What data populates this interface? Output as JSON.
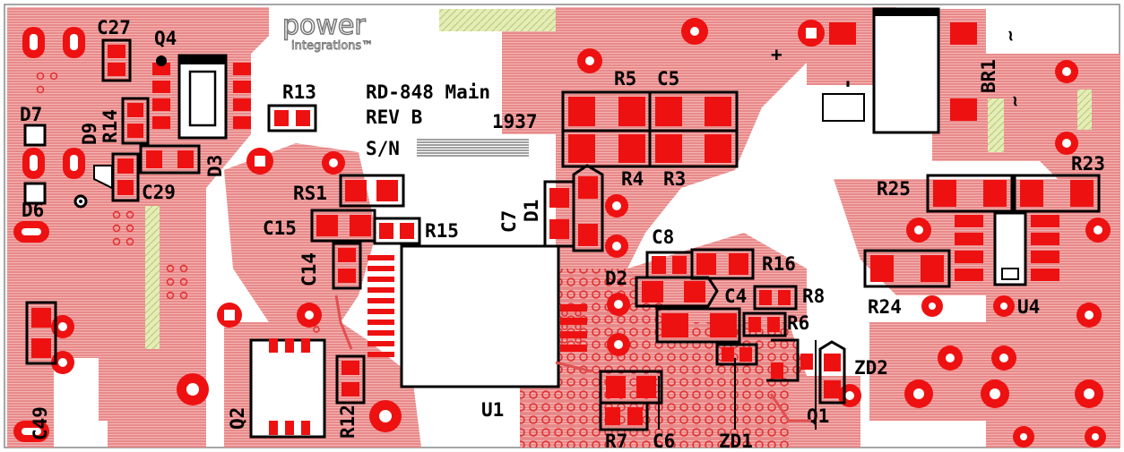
{
  "board": {
    "title": "RD-848 Main",
    "revision": "REV B",
    "serial_label": "S/N",
    "date_code": "1937",
    "logo_word": "power",
    "logo_sub": "integrations™",
    "colors": {
      "background": "#ffffff",
      "copper": "#f0a0a0",
      "copper_hatch": "#e88a8a",
      "pad": "#ee1111",
      "silkscreen": "#000000",
      "via_ring": "#e83030",
      "keepout_hatch": "#c8d890"
    }
  },
  "labels": {
    "c27": "C27",
    "q4": "Q4",
    "r13": "R13",
    "d7": "D7",
    "d9": "D9",
    "r14": "R14",
    "d3": "D3",
    "c29": "C29",
    "d6": "D6",
    "rs1": "RS1",
    "c15": "C15",
    "r15": "R15",
    "c14": "C14",
    "c49": "C49",
    "q2": "Q2",
    "r12": "R12",
    "u1": "U1",
    "c7": "C7",
    "d1": "D1",
    "r5": "R5",
    "c5": "C5",
    "r4": "R4",
    "r3": "R3",
    "c8": "C8",
    "r16": "R16",
    "d2": "D2",
    "c4": "C4",
    "r8": "R8",
    "r6": "R6",
    "zd2": "ZD2",
    "q1": "Q1",
    "r7": "R7",
    "c6": "C6",
    "zd1": "ZD1",
    "r25": "R25",
    "r23": "R23",
    "r24": "R24",
    "u4": "U4",
    "br1": "BR1",
    "plus": "+",
    "minus": "-",
    "tilde1": "~",
    "tilde2": "~"
  }
}
